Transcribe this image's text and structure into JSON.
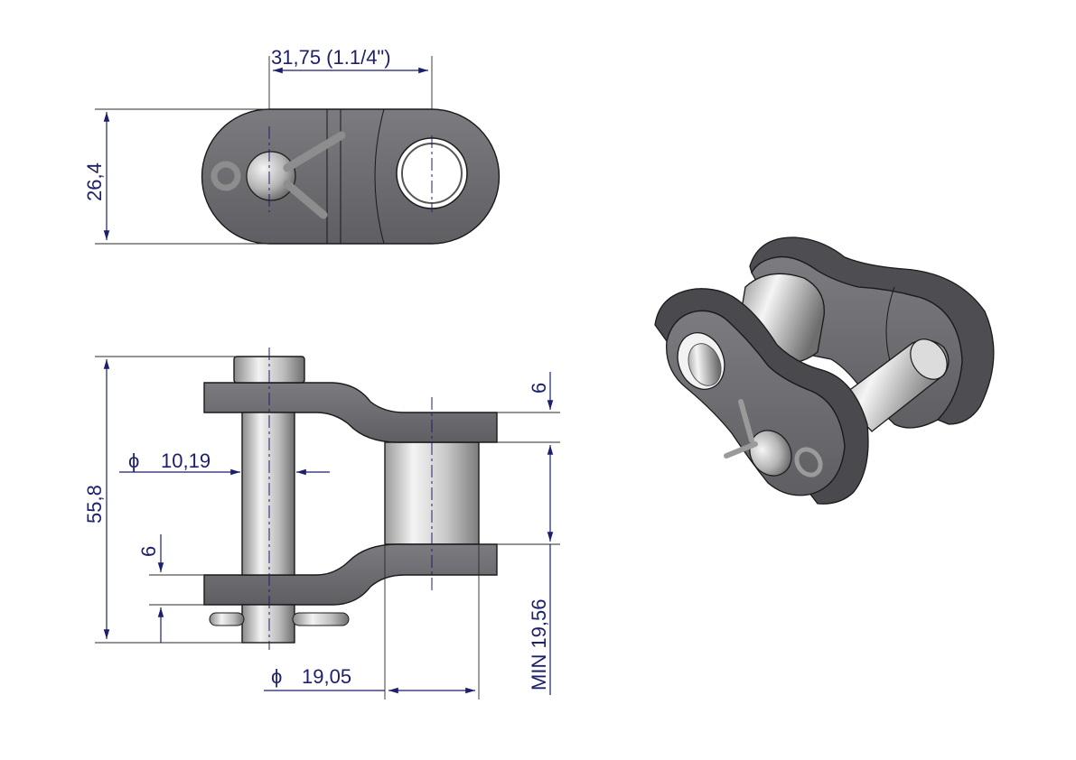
{
  "dimensions": {
    "pitch": "31,75  (1.1/4\")",
    "plate_height": "26,4",
    "overall_width": "55,8",
    "pin_diameter": "10,19",
    "plate_thickness_top": "6",
    "plate_thickness_bottom": "6",
    "roller_diameter": "19,05",
    "inner_width": "MIN  19,56"
  },
  "glyphs": {
    "diameter_symbol": "ϕ"
  },
  "colors": {
    "dimension": "#1c1f6b",
    "plate_fill": "#6f6f73",
    "plate_shadow": "#4e4e52",
    "steel_light": "#e8e8e8",
    "steel_dark": "#7a7a7a",
    "outline": "#1a1a1a"
  }
}
